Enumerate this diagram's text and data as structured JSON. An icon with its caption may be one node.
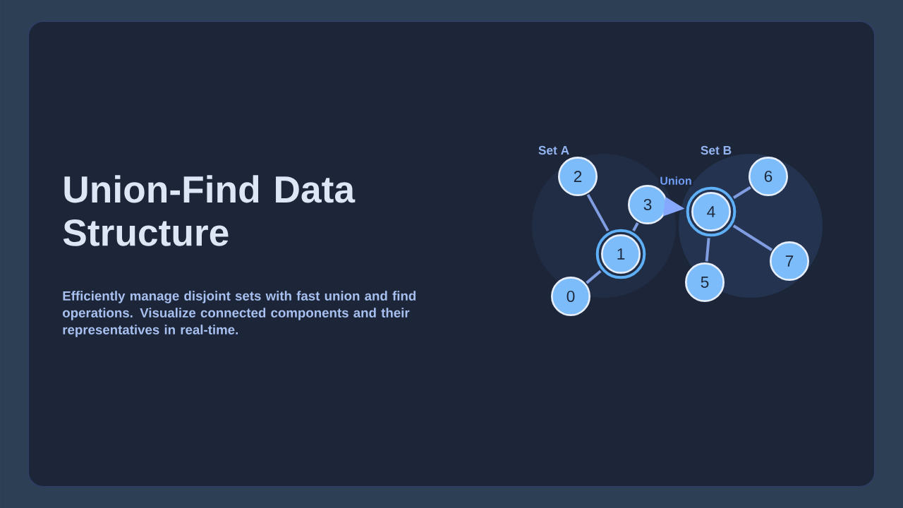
{
  "diagram": {
    "title": "Union-Find Data Structure",
    "nodes": [
      {
        "text": [
          "Set A"
        ]
      },
      {
        "text": [
          "Set B"
        ]
      },
      {
        "text": [
          "0"
        ]
      },
      {
        "text": [
          "1"
        ],
        "in": 0
      },
      {
        "text": [
          "2"
        ],
        "in": 0
      },
      {
        "text": [
          "3"
        ],
        "in": 0
      },
      {
        "text": [
          "4"
        ],
        "in": 1
      },
      {
        "text": [
          "5"
        ]
      },
      {
        "text": [
          "6"
        ],
        "in": 1
      },
      {
        "text": [
          "7"
        ],
        "in": 1
      }
    ],
    "edges": [
      {
        "from": 4,
        "to": 3,
        "arrow": "none"
      },
      {
        "from": 5,
        "to": 3,
        "arrow": "none"
      },
      {
        "from": 2,
        "to": 3,
        "arrow": "none"
      },
      {
        "from": 8,
        "to": 6,
        "arrow": "none"
      },
      {
        "from": 7,
        "to": 6,
        "arrow": "none"
      },
      {
        "from": 9,
        "to": 6,
        "arrow": "none"
      },
      {
        "from": 5,
        "to": 6,
        "arrow": "to",
        "label": "Union",
        "color": "#86a8ff"
      }
    ],
    "labels": [
      "Efficiently manage disjoint sets with fast union and find operations. Visualize connected components and their representatives in real-time."
    ]
  }
}
